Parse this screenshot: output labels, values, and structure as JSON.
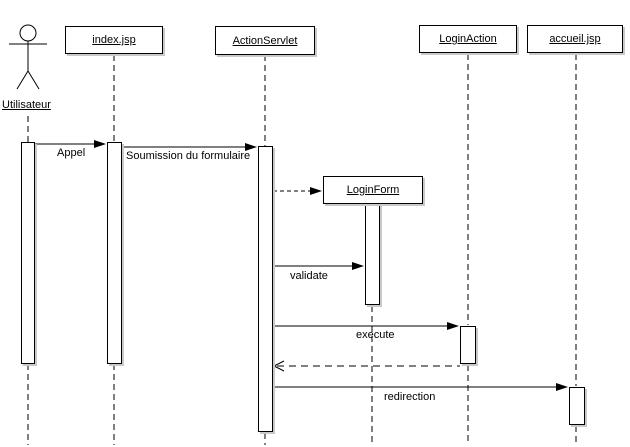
{
  "diagram": {
    "type": "uml-sequence-diagram",
    "colors": {
      "background": "#ffffff",
      "line": "#000000",
      "shape_fill": "#ffffff",
      "shadow": "#c9c9c9"
    },
    "actor": {
      "label": "Utilisateur"
    },
    "lifelines": [
      {
        "label": "index.jsp"
      },
      {
        "label": "ActionServlet"
      },
      {
        "label": "LoginAction"
      },
      {
        "label": "accueil.jsp"
      }
    ],
    "created_object": {
      "label": "LoginForm"
    },
    "messages": [
      {
        "label": "Appel",
        "type": "synchronous",
        "from": "Utilisateur",
        "to": "index.jsp"
      },
      {
        "label": "Soumission du formulaire",
        "type": "synchronous",
        "from": "index.jsp",
        "to": "ActionServlet"
      },
      {
        "label": "",
        "type": "creation-dashed",
        "from": "ActionServlet",
        "to": "LoginForm"
      },
      {
        "label": "validate",
        "type": "synchronous",
        "from": "ActionServlet",
        "to": "LoginForm"
      },
      {
        "label": "execute",
        "type": "synchronous",
        "from": "ActionServlet",
        "to": "LoginAction"
      },
      {
        "label": "",
        "type": "return-dashed",
        "from": "LoginAction",
        "to": "ActionServlet"
      },
      {
        "label": "redirection",
        "type": "synchronous",
        "from": "ActionServlet",
        "to": "accueil.jsp"
      }
    ]
  }
}
